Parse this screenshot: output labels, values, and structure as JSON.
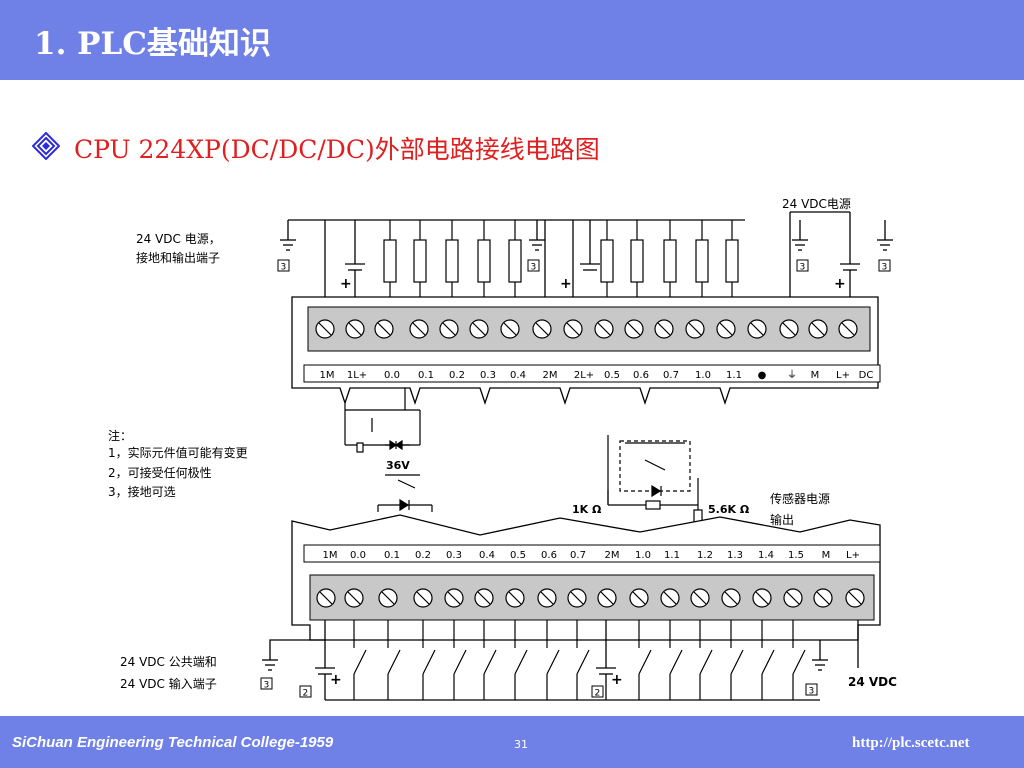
{
  "header": {
    "title": "1. PLC基础知识",
    "background": "#6f80e6"
  },
  "bullet": {
    "icon": "diamond-bullet-icon",
    "text": "CPU 224XP(DC/DC/DC)外部电路接线电路图",
    "color": "#e02020"
  },
  "diagram": {
    "top_supply_label": "24 VDC电源",
    "output_note": [
      "24 VDC  电源，",
      "接地和输出端子"
    ],
    "output_terminals": [
      "1M",
      "1L+",
      "0.0",
      "0.1",
      "0.2",
      "0.3",
      "0.4",
      "2M",
      "2L+",
      "0.5",
      "0.6",
      "0.7",
      "1.0",
      "1.1",
      "●",
      "⏚",
      "M",
      "L+",
      "DC"
    ],
    "notes": [
      "注：",
      "1，实际元件值可能有变更",
      "2，可接受任何极性",
      "3，接地可选"
    ],
    "zener_label": "36V",
    "resistor_1k": "1K Ω",
    "resistor_5k6": "5.6K Ω",
    "sensor_supply": [
      "传感器电源",
      "输出"
    ],
    "input_terminals": [
      "1M",
      "0.0",
      "0.1",
      "0.2",
      "0.3",
      "0.4",
      "0.5",
      "0.6",
      "0.7",
      "2M",
      "1.0",
      "1.1",
      "1.2",
      "1.3",
      "1.4",
      "1.5",
      "M",
      "L+"
    ],
    "input_note": [
      "24 VDC  公共端和",
      "24 VDC  输入端子"
    ],
    "input_supply_label": "24 VDC",
    "marker_2": "2",
    "marker_3": "3",
    "plus": "+"
  },
  "footer": {
    "left": "SiChuan Engineering Technical College-1959",
    "page": "31",
    "right": "http://plc.scetc.net"
  }
}
